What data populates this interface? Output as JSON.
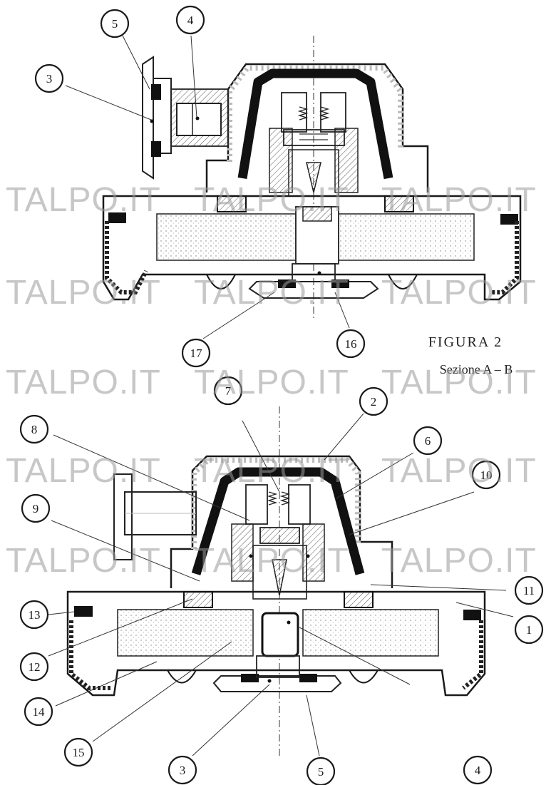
{
  "caption": {
    "title": "FIGURA 2",
    "subtitle": "Sezione A – B"
  },
  "watermark": "TALPO.IT",
  "top_callouts": [
    "5",
    "4",
    "3",
    "17",
    "16"
  ],
  "bottom_callouts": [
    "7",
    "2",
    "8",
    "6",
    "10",
    "9",
    "11",
    "13",
    "1",
    "12",
    "14",
    "15",
    "3",
    "5",
    "4"
  ]
}
